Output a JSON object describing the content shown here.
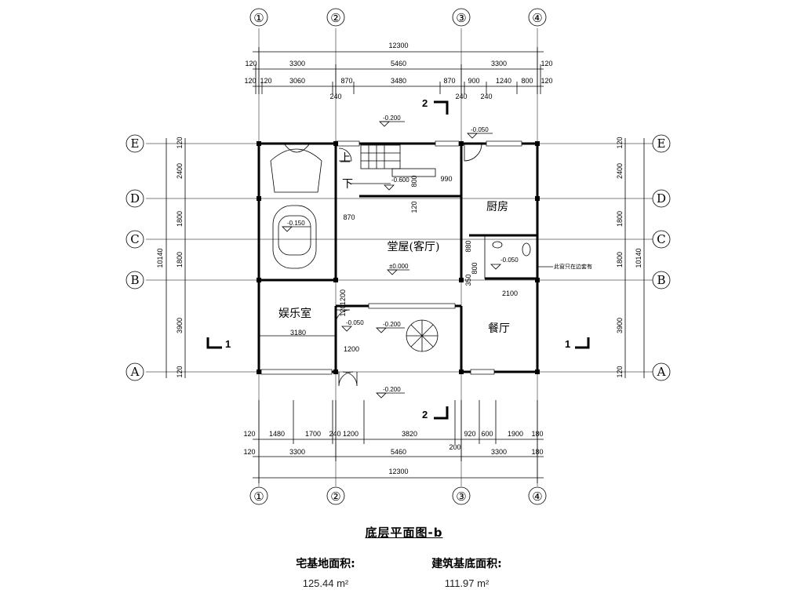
{
  "drawing": {
    "title": "底层平面图-b",
    "site_area_label": "宅基地面积:",
    "site_area_value": "125.44 m²",
    "building_area_label": "建筑基底面积:",
    "building_area_value": "111.97 m²"
  },
  "axes": {
    "columns": [
      "①",
      "②",
      "③",
      "④"
    ],
    "rows": [
      "E",
      "D",
      "C",
      "B",
      "A"
    ]
  },
  "rooms": {
    "hall": "堂屋(客厅)",
    "kitchen": "厨房",
    "entertainment": "娱乐室",
    "dining": "餐厅"
  },
  "levels": {
    "top_outside": "-0.200",
    "kitchen_door": "-0.050",
    "stair_bottom": "-0.600",
    "garage": "-0.150",
    "toilet": "-0.050",
    "hall": "±0.000",
    "ent_door": "-0.050",
    "courtyard": "-0.200",
    "bottom_outside": "-0.200"
  },
  "stair": {
    "up": "上",
    "down": "下"
  },
  "note": "此窗只在边套有",
  "sections": {
    "s1": "1",
    "s2": "2"
  },
  "dims": {
    "top_total": "12300",
    "top_r2": [
      "120",
      "3300",
      "5460",
      "3300",
      "120"
    ],
    "top_r3": [
      "120",
      "120",
      "3060",
      "870",
      "3480",
      "870",
      "900",
      "1240",
      "800",
      "120"
    ],
    "top_r3b": [
      "240",
      "240",
      "240"
    ],
    "bottom_r1": [
      "120",
      "1480",
      "1700",
      "240",
      "1200",
      "3820",
      "920",
      "600",
      "1900",
      "180"
    ],
    "bottom_r2": [
      "120",
      "3300",
      "5460",
      "200",
      "3300",
      "180"
    ],
    "bottom_total": "12300",
    "left_total": "10140",
    "side_rows": [
      "120",
      "2400",
      "1800",
      "1800",
      "3900",
      "120"
    ],
    "right_total": "10140",
    "interior": [
      "990",
      "870",
      "800",
      "120",
      "880",
      "350",
      "800",
      "2100",
      "1200",
      "120",
      "3180",
      "1200"
    ]
  }
}
